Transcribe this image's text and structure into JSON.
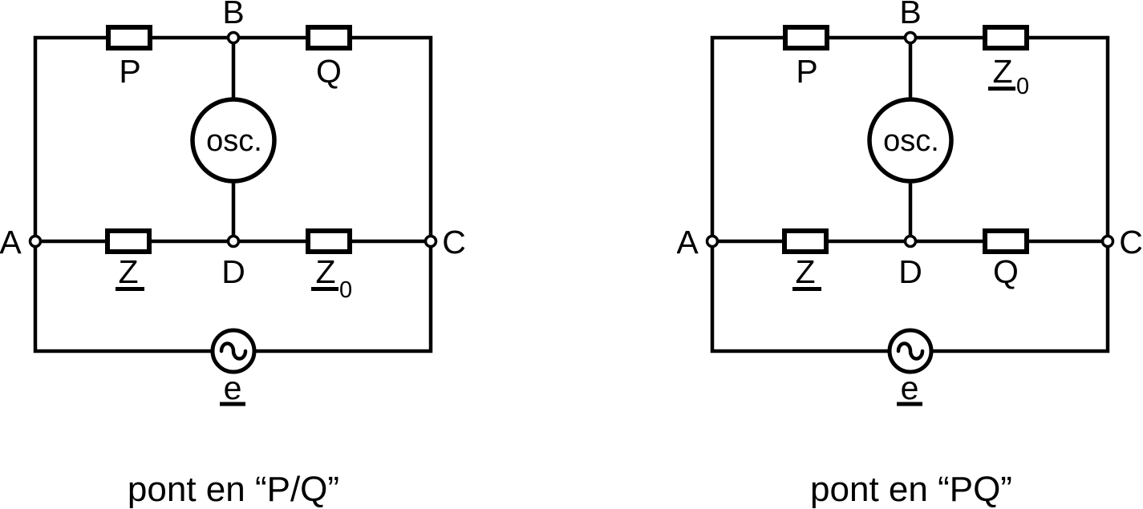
{
  "colors": {
    "ink": "#000000",
    "background": "#ffffff"
  },
  "circuits": [
    {
      "caption": "pont en “P/Q”",
      "node_top": "B",
      "node_left": "A",
      "node_right": "C",
      "node_center": "D",
      "top_left": {
        "text": "P",
        "sub": ""
      },
      "top_right": {
        "text": "Q",
        "sub": ""
      },
      "bottom_left": {
        "text": "Z",
        "sub": ""
      },
      "bottom_right": {
        "text": "Z",
        "sub": "0"
      },
      "meter": "osc.",
      "source": "e"
    },
    {
      "caption": "pont en “PQ”",
      "node_top": "B",
      "node_left": "A",
      "node_right": "C",
      "node_center": "D",
      "top_left": {
        "text": "P",
        "sub": ""
      },
      "top_right": {
        "text": "Z",
        "sub": "0"
      },
      "bottom_left": {
        "text": "Z",
        "sub": ""
      },
      "bottom_right": {
        "text": "Q",
        "sub": ""
      },
      "meter": "osc.",
      "source": "e"
    }
  ]
}
